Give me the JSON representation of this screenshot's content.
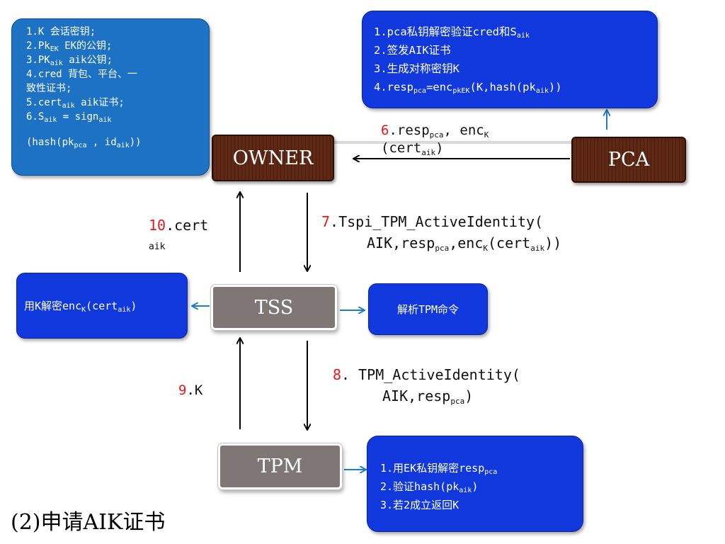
{
  "definitions": {
    "l1_text": "1.K         会话密钥;",
    "l2_pre": "2.Pk",
    "l2_sub": "EK",
    "l2_post": "   EK的公钥;",
    "l3_pre": "3.PK",
    "l3_sub": "aik",
    "l3_post": "  aik公钥;",
    "l4_text": "4.cred  背包、平台、一",
    "l5_text": "致性证书;",
    "l6_pre": "5.cert",
    "l6_sub": "aik",
    "l6_post": "  aik证书;",
    "l7_pre": "6.S",
    "l7_sub1": "aik",
    "l7_mid": " = sign",
    "l7_sub2": "aik",
    "l8_pre": "(hash(pk",
    "l8_sub1": "pca",
    "l8_mid": " , id",
    "l8_sub2": "aik",
    "l8_post": "))"
  },
  "pca_steps": {
    "s1_pre": "1.pca私钥解密验证cred和S",
    "s1_sub": "aik",
    "s2_text": "2.签发AIK证书",
    "s3_text": "3.生成对称密钥K",
    "s4_pre": "4.resp",
    "s4_sub1": "pca",
    "s4_mid": "=enc",
    "s4_sub2": "pkEK",
    "s4_mid2": "(K,hash(pk",
    "s4_sub3": "aik",
    "s4_post": "))"
  },
  "nodes": {
    "owner": "OWNER",
    "pca": "PCA",
    "tss": "TSS",
    "tpm": "TPM"
  },
  "step6": {
    "num": "6",
    "a": ".resp",
    "a_sub": "pca",
    "b": ", enc",
    "b_sub": "K",
    "c": "(cert",
    "c_sub": "aik",
    "d": ")"
  },
  "step7": {
    "num": "7",
    "l1": ".Tspi_TPM_ActiveIdentity(",
    "l2_a": "AIK,resp",
    "l2_sub1": "pca",
    "l2_b": ",enc",
    "l2_sub2": "K",
    "l2_c": "(cert",
    "l2_sub3": "aik",
    "l2_d": "))"
  },
  "step8": {
    "num": "8",
    "l1": ". TPM_ActiveIdentity(",
    "l2_a": "AIK,resp",
    "l2_sub": "pca",
    "l2_b": ")"
  },
  "step9": {
    "num": "9",
    "text": ".K"
  },
  "step10": {
    "num": "10",
    "text": ".cert",
    "sub_text": "aik"
  },
  "tss_left": {
    "pre": "用K解密enc",
    "sub1": "K",
    "mid": "(cert",
    "sub2": "aik",
    "post": ")"
  },
  "tss_right": {
    "text": "解析TPM命令"
  },
  "tpm_steps": {
    "s1_pre": "1.用EK私钥解密resp",
    "s1_sub": "pca",
    "s2_pre": "2.验证hash(pk",
    "s2_sub": "aik",
    "s2_post": ")",
    "s3_text": "3.若2成立返回K"
  },
  "title": "(2)申请AIK证书",
  "colors": {
    "definitions_fill": "#1e72c4",
    "step_box_fill": "#1038dd",
    "node_brown": "#5e2814",
    "node_gray": "#7f7676",
    "step_number": "#e8171a",
    "blue_arrow": "#1e7cc4"
  }
}
